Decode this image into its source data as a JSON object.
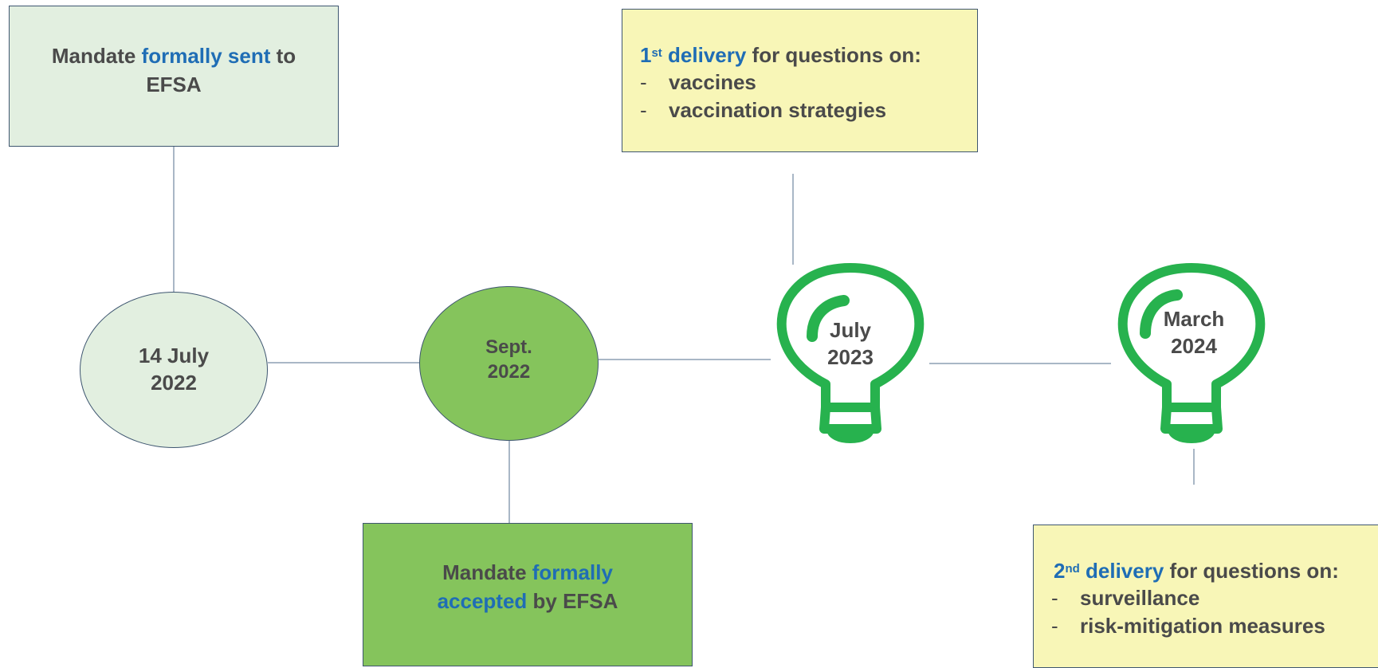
{
  "boxes": {
    "sent": {
      "pre": "Mandate ",
      "highlight": "formally sent",
      "post": " to EFSA"
    },
    "accepted": {
      "pre": "Mandate ",
      "highlight": "formally accepted",
      "post": " by EFSA"
    },
    "delivery1": {
      "num": "1",
      "sup": "st",
      "highlight": " delivery",
      "post": " for questions on:",
      "dash": "-",
      "items": [
        "vaccines",
        "vaccination strategies"
      ]
    },
    "delivery2": {
      "num": "2",
      "sup": "nd",
      "highlight": " delivery",
      "post": " for questions on:",
      "dash": "-",
      "items": [
        "surveillance",
        "risk-mitigation measures"
      ]
    }
  },
  "milestones": {
    "m1": {
      "line1": "14 July",
      "line2": "2022"
    },
    "m2": {
      "line1": "Sept.",
      "line2": "2022"
    },
    "m3": {
      "line1": "July",
      "line2": "2023",
      "icon": "lightbulb-icon"
    },
    "m4": {
      "line1": "March",
      "line2": "2024",
      "icon": "lightbulb-icon"
    }
  },
  "colors": {
    "light_green": "#e2efe0",
    "mid_green": "#85c45c",
    "yellow": "#f8f6b7",
    "bulb_green": "#27b24e",
    "highlight_blue": "#1f6db5",
    "text_grey": "#4a4a4a",
    "connector": "#a9b7c6"
  }
}
